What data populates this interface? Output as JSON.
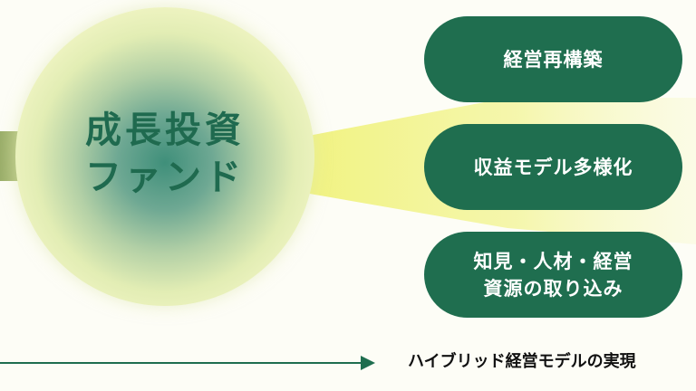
{
  "center": {
    "line1": "成長投資",
    "line2": "ファンド"
  },
  "outcomes": [
    {
      "lines": [
        "経営再構築"
      ]
    },
    {
      "lines": [
        "収益モデル多様化"
      ]
    },
    {
      "lines": [
        "知見・人材・経営",
        "資源の取り込み"
      ]
    }
  ],
  "timeline": {
    "label": "ハイブリッド経営モデルの実現"
  },
  "colors": {
    "primary_green": "#1f6e4f",
    "funnel_yellow": "#f2f38a",
    "left_band_green": "#9aae6a",
    "background": "#fdfdf6"
  }
}
